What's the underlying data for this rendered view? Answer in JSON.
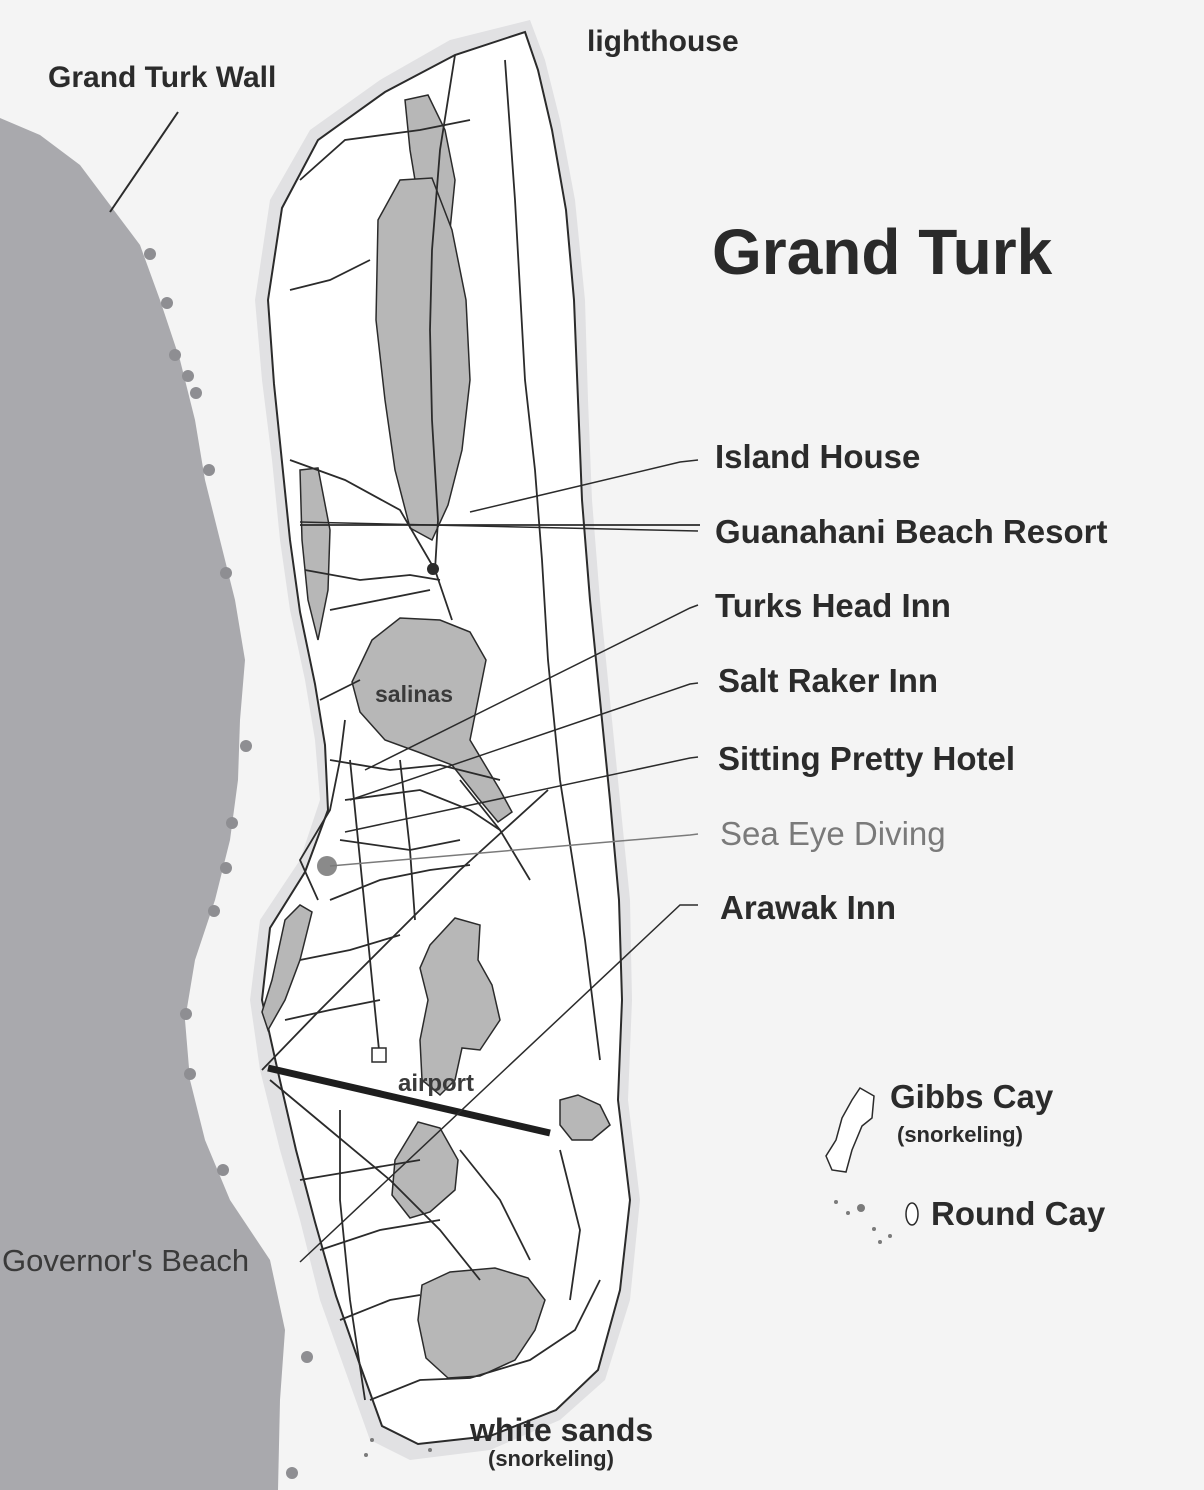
{
  "map": {
    "title": "Grand Turk",
    "labels": {
      "lighthouse": "lighthouse",
      "wall": "Grand Turk Wall",
      "salinas": "salinas",
      "airport": "airport",
      "governors_beach": "Governor's Beach",
      "white_sands": "white sands",
      "white_sands_note": "(snorkeling)",
      "gibbs_cay": "Gibbs Cay",
      "gibbs_cay_note": "(snorkeling)",
      "round_cay": "Round Cay"
    },
    "hotels": [
      {
        "name": "Island House"
      },
      {
        "name": "Guanahani Beach Resort"
      },
      {
        "name": "Turks Head Inn"
      },
      {
        "name": "Salt Raker Inn"
      },
      {
        "name": "Sitting Pretty Hotel"
      },
      {
        "name": "Sea Eye Diving"
      },
      {
        "name": "Arawak Inn"
      }
    ],
    "colors": {
      "sea": "#a9a9ad",
      "land": "#ffffff",
      "pond": "#b7b7b7",
      "ink": "#2b2b2b",
      "background": "#f4f4f4"
    }
  }
}
